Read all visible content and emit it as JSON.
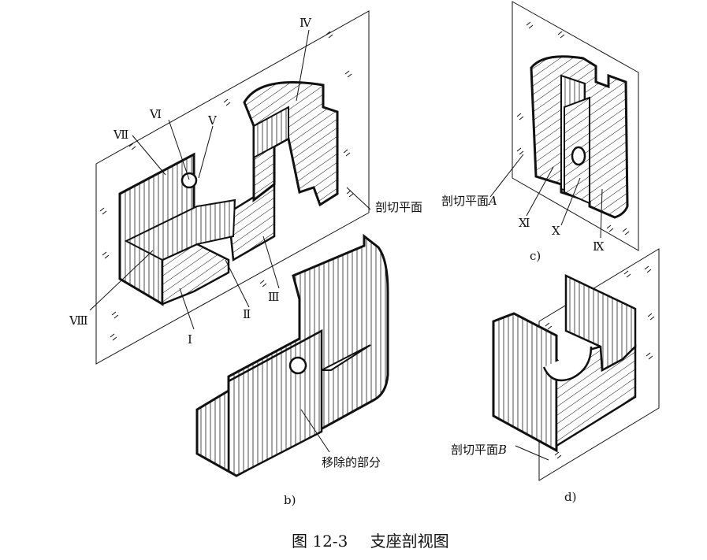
{
  "labels": {
    "b": {
      "roman_IV": "Ⅳ",
      "roman_VI": "Ⅵ",
      "roman_V": "Ⅴ",
      "roman_VII": "Ⅶ",
      "roman_VIII": "Ⅷ",
      "roman_I": "Ⅰ",
      "roman_II": "Ⅱ",
      "roman_III": "Ⅲ",
      "cutting_plane": "剖切平面",
      "removed_part": "移除的部分",
      "sub_caption": "b)"
    },
    "c": {
      "cutting_plane_a": "剖切平面",
      "plane_letter_a": "A",
      "roman_XI": "Ⅺ",
      "roman_X": "Ⅹ",
      "roman_IX": "Ⅸ",
      "sub_caption": "c)"
    },
    "d": {
      "cutting_plane_b": "剖切平面",
      "plane_letter_b": "B",
      "sub_caption": "d)"
    }
  },
  "caption": {
    "number": "图 12-3",
    "title": "支座剖视图"
  }
}
